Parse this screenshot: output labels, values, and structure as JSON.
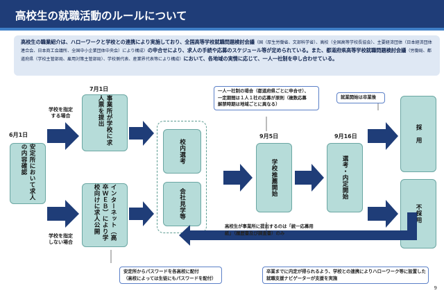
{
  "title": "高校生の就職活動のルールについて",
  "intro": {
    "p1": "高校生の職業紹介は、ハローワークと学校との連携により実施しており、全国高等学校就職問題検討会議",
    "p1s": "（国（厚生労働省、文部科学省）、高校（全国高等学校長協会）、主要経済団体（日本経済団体連合会、日本商工会議所、全国中小企業団体中央会）により構成）",
    "p2": "の申合せにより、求人の手続や応募のスケジュール等が定められている。また、都道府県高等学校就職問題検討会議",
    "p2s": "（労働局、都道府県（学校主管部局、雇用対策主管部局）、学校側代表、産業界代表等により構成）",
    "p3": "において、各地域の実情に応じて、一人一社制を申し合わせている。"
  },
  "labels": {
    "date_jun1": "6月1日",
    "date_jul1": "7月1日",
    "date_sep5": "9月5日",
    "date_sep16": "9月16日",
    "school_designated": [
      "学校を指定",
      "する場合"
    ],
    "school_not_designated": [
      "学校を指定",
      "しない場合"
    ]
  },
  "boxes": {
    "hellowork": "安定所において求人の内容確認",
    "submit": "事業所が学校に求人票を提出",
    "internet": "インターネット（高卒ＷＥＢ）により学校向けに求人公開",
    "school_select": "校内選考",
    "company_visit": "会社見学等",
    "recommend": "学校推薦開始",
    "selection": "選考・内定開始",
    "hire": "採　用",
    "nohire": "不採用"
  },
  "notes": {
    "one_company": [
      "一人一社制の場合（都道府県ごとに申合せ）、",
      "一定期間は１人１社の応募が原則（複数応募",
      "解禁時期は地域ごとに異なる）"
    ],
    "hire_start": "就業開始は卒業後",
    "documents": [
      "高校生が事業所に提出するのは「統一応募用",
      "紙」（履歴書及び調査書）のみ"
    ],
    "password": [
      "安定所からパスワードを各高校に配付",
      "（高校によっては生徒にもパスワードを配付）"
    ],
    "after_graduation": [
      "卒業までに内定が得られるよう、学校との連携によりハローワーク等に設置した",
      "就職支援ナビゲーターが支援を実施"
    ]
  },
  "page_number": "9",
  "colors": {
    "title_bg": "#1f3d78",
    "arrow": "#1f3d78",
    "box": "#b6dcd9",
    "intro_bg": "#dfe8f4"
  }
}
